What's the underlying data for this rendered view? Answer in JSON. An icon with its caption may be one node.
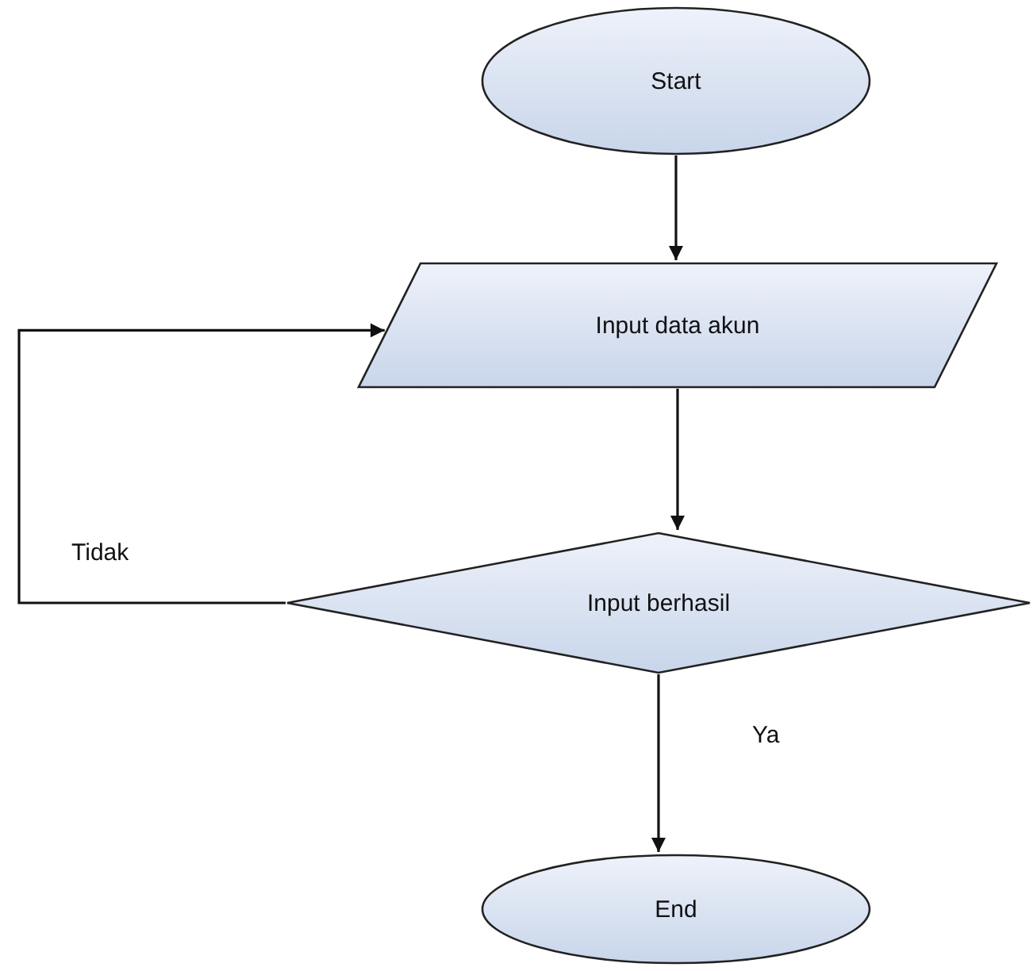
{
  "diagram": {
    "nodes": [
      {
        "text": [
          "Start"
        ]
      },
      {
        "text": [
          "Input data akun"
        ]
      },
      {
        "text": [
          "Input berhasil"
        ]
      },
      {
        "text": [
          "End"
        ]
      }
    ],
    "edges": [
      {
        "from": 0,
        "to": 1,
        "arrow": "to"
      },
      {
        "from": 1,
        "to": 2,
        "arrow": "to"
      },
      {
        "from": 2,
        "to": 1,
        "arrow": "to",
        "label": "Tidak"
      },
      {
        "from": 2,
        "to": 3,
        "arrow": "to",
        "label": "Ya"
      }
    ]
  }
}
